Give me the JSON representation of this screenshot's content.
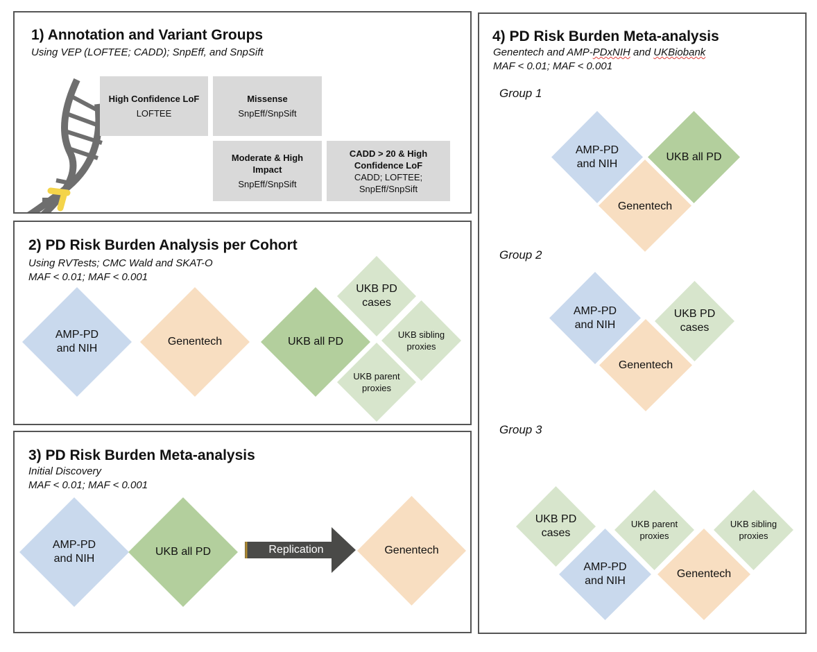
{
  "colors": {
    "blue": "#c9d9ed",
    "orange": "#f8dec1",
    "green": "#b3cf9d",
    "light_green": "#d7e5cc",
    "gray_box": "#d9d9d9",
    "arrow": "#4a4a48",
    "dna": "#6e6e6e",
    "dna_highlight": "#f4d44a"
  },
  "panel1": {
    "title": "1) Annotation and Variant Groups",
    "subtitle": "Using VEP (LOFTEE; CADD); SnpEff, and SnpSift",
    "boxes": [
      {
        "title": "High Confidence LoF",
        "sub": "LOFTEE"
      },
      {
        "title": "Missense",
        "sub": "SnpEff/SnpSift"
      },
      {
        "title": "Moderate & High Impact",
        "sub": "SnpEff/SnpSift"
      },
      {
        "title": "CADD > 20 & High Confidence LoF",
        "sub": "CADD; LOFTEE; SnpEff/SnpSift"
      }
    ]
  },
  "panel2": {
    "title": "2) PD Risk Burden Analysis per Cohort",
    "subtitle1": "Using RVTests; CMC Wald and SKAT-O",
    "subtitle2": "MAF < 0.01; MAF < 0.001",
    "diamonds": {
      "amp": "AMP-PD and NIH",
      "gen": "Genentech",
      "ukb_all": "UKB all PD",
      "ukb_cases": "UKB PD cases",
      "ukb_sibling": "UKB sibling proxies",
      "ukb_parent": "UKB parent proxies"
    }
  },
  "panel3": {
    "title": "3) PD Risk Burden Meta-analysis",
    "subtitle1": "Initial Discovery",
    "subtitle2": "MAF < 0.01; MAF < 0.001",
    "diamonds": {
      "amp": "AMP-PD and NIH",
      "ukb_all": "UKB all PD",
      "gen": "Genentech"
    },
    "arrow_label": "Replication"
  },
  "panel4": {
    "title": "4) PD Risk Burden Meta-analysis",
    "subtitle_parts": [
      "Genentech and AMP-",
      "PDxNIH",
      " and ",
      "UKBiobank"
    ],
    "subtitle2": "MAF < 0.01; MAF < 0.001",
    "group1": {
      "label": "Group 1",
      "amp": "AMP-PD and NIH",
      "ukb_all": "UKB all PD",
      "gen": "Genentech"
    },
    "group2": {
      "label": "Group 2",
      "amp": "AMP-PD and NIH",
      "ukb_cases": "UKB PD cases",
      "gen": "Genentech"
    },
    "group3": {
      "label": "Group 3",
      "ukb_cases": "UKB PD cases",
      "ukb_parent": "UKB parent proxies",
      "ukb_sibling": "UKB sibling proxies",
      "amp": "AMP-PD and NIH",
      "gen": "Genentech"
    }
  }
}
